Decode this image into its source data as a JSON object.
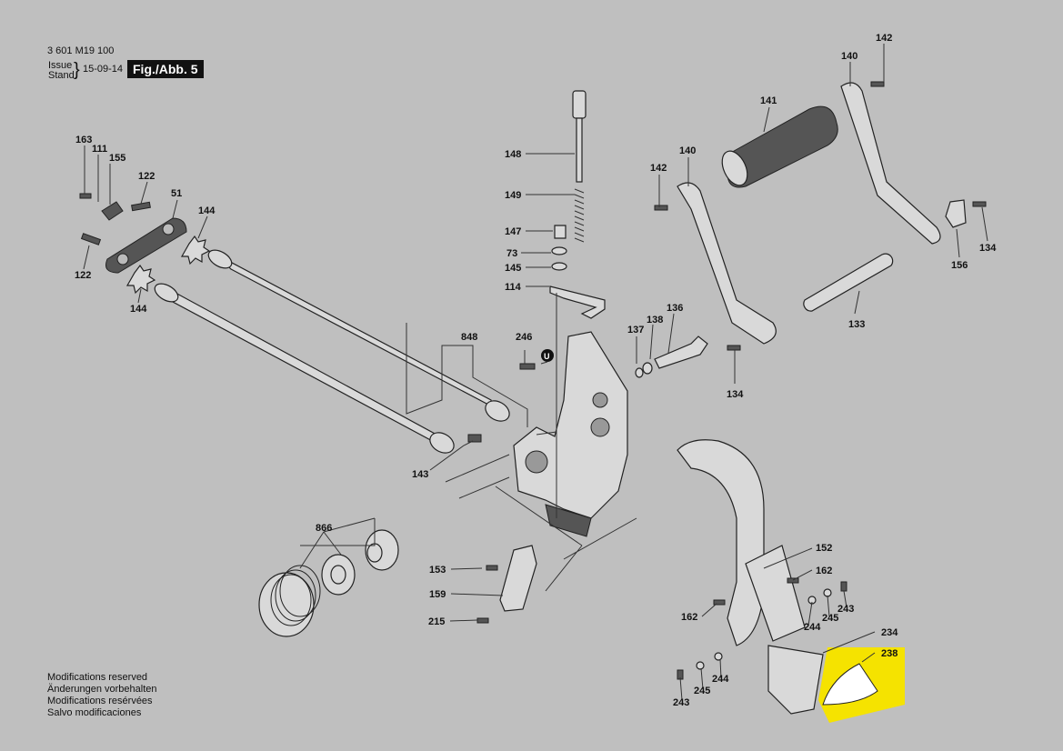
{
  "header": {
    "doc_number": "3 601 M19 100",
    "issue_label": "Issue",
    "stand_label": "Stand",
    "date": "15-09-14",
    "figure": "Fig./Abb. 5"
  },
  "footer": {
    "lines": [
      "Modifications reserved",
      "Änderungen vorbehalten",
      "Modifications resérvées",
      "Salvo modificaciones"
    ]
  },
  "callouts": {
    "c163": "163",
    "c111": "111",
    "c155": "155",
    "c122a": "122",
    "c51": "51",
    "c144a": "144",
    "c122b": "122",
    "c144b": "144",
    "c148": "148",
    "c149": "149",
    "c147": "147",
    "c73": "73",
    "c145": "145",
    "c114": "114",
    "c848": "848",
    "c246": "246",
    "c143": "143",
    "c137": "137",
    "c138": "138",
    "c136": "136",
    "c141": "141",
    "c140a": "140",
    "c142a": "142",
    "c140b": "140",
    "c142b": "142",
    "c134a": "134",
    "c156": "156",
    "c133": "133",
    "c134b": "134",
    "c866": "866",
    "c153": "153",
    "c159": "159",
    "c215": "215",
    "c152": "152",
    "c162a": "162",
    "c162b": "162",
    "c244a": "244",
    "c245a": "245",
    "c243a": "243",
    "c234": "234",
    "c238": "238",
    "c244b": "244",
    "c245b": "245",
    "c243b": "243",
    "cU": "U"
  },
  "highlight_color": "#f5e300"
}
